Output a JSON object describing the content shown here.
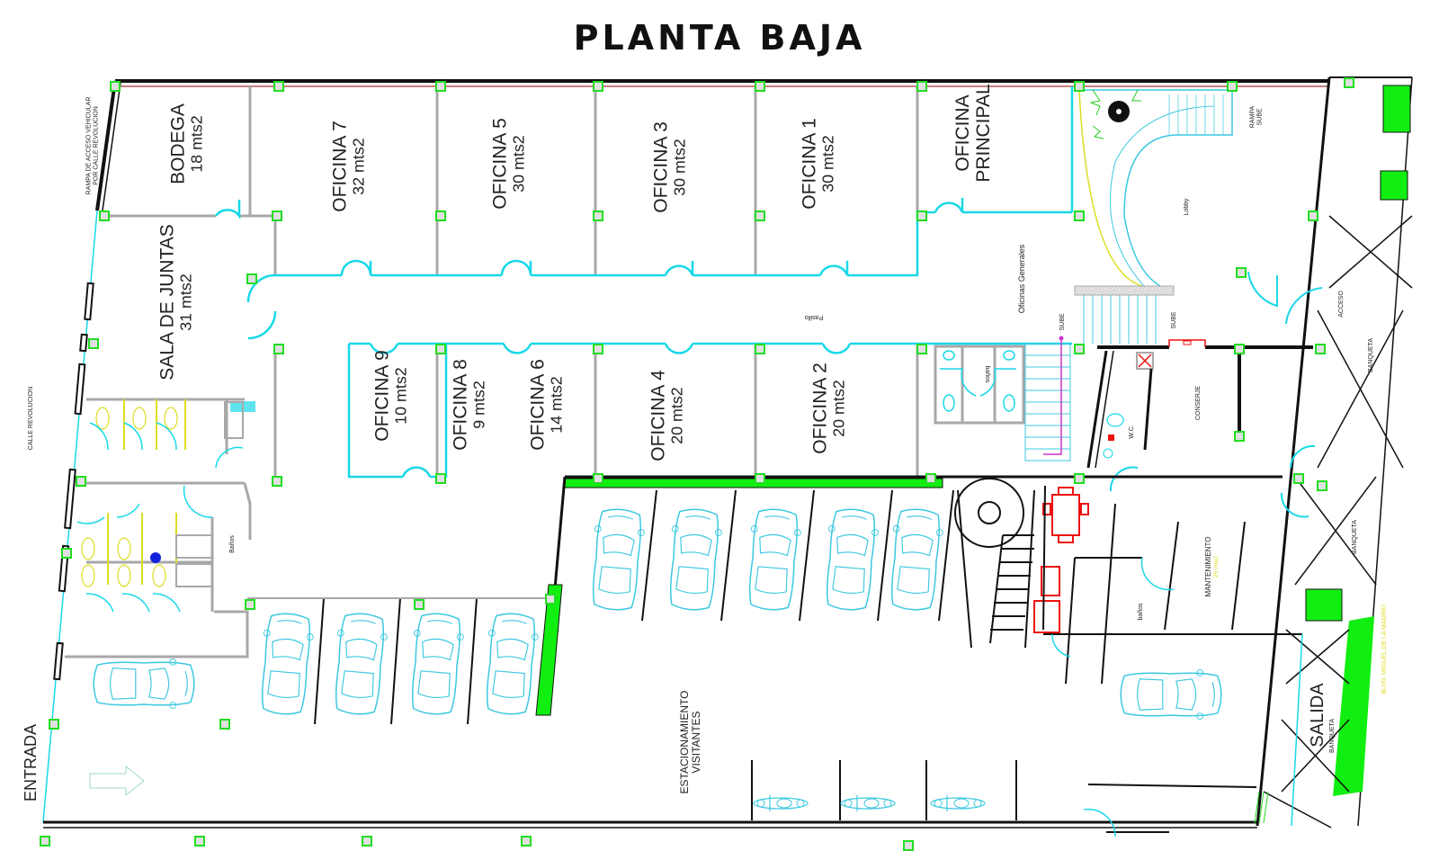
{
  "title": "PLANTA BAJA",
  "colors": {
    "wall": "#111111",
    "partition": "#a8a8a8",
    "door": "#18d8e8",
    "column": "#22dd22",
    "car": "#3cc8e0",
    "green_fill": "#11ee11",
    "kitchen": "#ee1111",
    "yellow": "#dddd22",
    "magenta": "#cc33cc"
  },
  "rooms": {
    "bodega": {
      "name": "BODEGA",
      "area": "18 mts2"
    },
    "oficina7": {
      "name": "OFICINA 7",
      "area": "32 mts2"
    },
    "oficina5": {
      "name": "OFICINA 5",
      "area": "30 mts2"
    },
    "oficina3": {
      "name": "OFICINA 3",
      "area": "30 mts2"
    },
    "oficina1": {
      "name": "OFICINA 1",
      "area": "30 mts2"
    },
    "oficina_principal": {
      "name": "OFICINA",
      "name2": "PRINCIPAL"
    },
    "sala_juntas": {
      "name": "SALA DE JUNTAS",
      "area": "31 mts2"
    },
    "oficina9": {
      "name": "OFICINA 9",
      "area": "10 mts2"
    },
    "oficina8": {
      "name": "OFICINA 8",
      "area": "9 mts2"
    },
    "oficina6": {
      "name": "OFICINA 6",
      "area": "14 mts2"
    },
    "oficina4": {
      "name": "OFICINA 4",
      "area": "20 mts2"
    },
    "oficina2": {
      "name": "OFICINA 2",
      "area": "20 mts2"
    },
    "mantenimiento": {
      "name": "MANTENIMIENTO",
      "area": "25 mts2"
    }
  },
  "labels": {
    "rampa_acceso": "RAMPA DE ACCESO VEHICULAR",
    "rampa_acceso2": "POR CALLE REVOLUCION",
    "calle_revolucion": "CALLE REVOLUCION",
    "rampa_sube": "RAMPA",
    "rampa_sube2": "SUBE",
    "lobby": "Lobby",
    "oficinas_generales": "Oficinas  Generales",
    "pasillo": "Pasillo",
    "sube1": "SUBE",
    "sube2": "SUBE",
    "banos_top": "baños",
    "banos_left": "Baños",
    "banos_mant": "baños",
    "conserje": "CONSERJE",
    "wc": "W.C.",
    "acceso": "ACCESO",
    "banqueta1": "BANQUETA",
    "banqueta2": "BANQUETA",
    "banqueta3": "BANQUETA",
    "blvd": "BLVD. MIGUEL DE LA MADRID",
    "estacionamiento": "ESTACIONAMIENTO",
    "visitantes": "VISITANTES",
    "salida": "SALIDA",
    "entrada": "ENTRADA"
  },
  "parking": {
    "upper_row_cars": 5,
    "lower_row_cars": 4,
    "entrance_cars": 1,
    "right_cars": 1,
    "motorcycles": 3
  }
}
